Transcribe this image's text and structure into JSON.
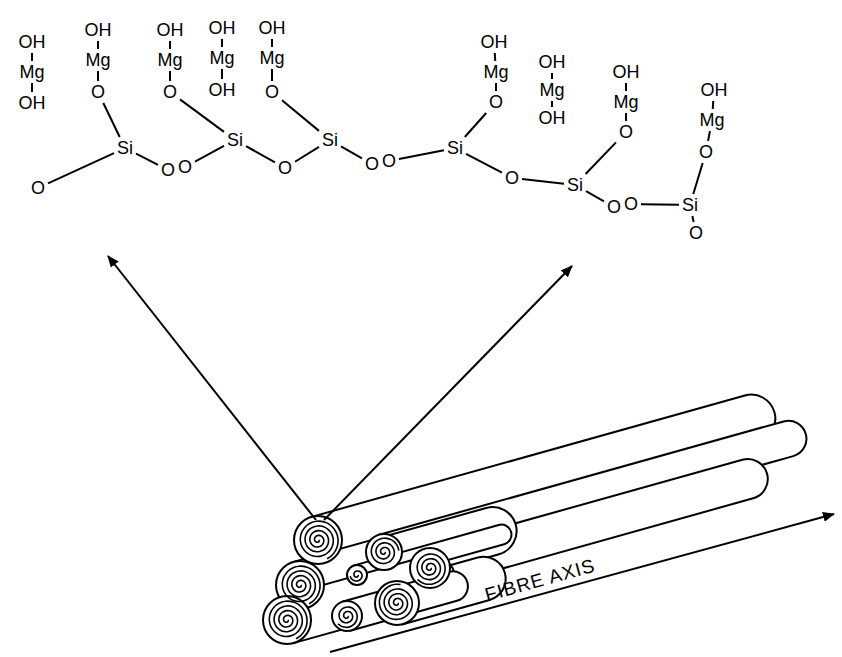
{
  "diagram": {
    "labels": [
      "OH",
      "Mg",
      "OH",
      "OH",
      "Mg",
      "O",
      "OH",
      "Mg",
      "O",
      "OH",
      "Mg",
      "OH",
      "OH",
      "Mg",
      "O",
      "OH",
      "Mg",
      "O",
      "OH",
      "Mg",
      "OH",
      "OH",
      "Mg",
      "O",
      "OH",
      "Mg",
      "O",
      "O",
      "Si",
      "O",
      "O",
      "Si",
      "O",
      "Si",
      "O",
      "O",
      "Si",
      "O",
      "Si",
      "O",
      "O",
      "Si",
      "O",
      "FIBRE AXIS"
    ]
  }
}
